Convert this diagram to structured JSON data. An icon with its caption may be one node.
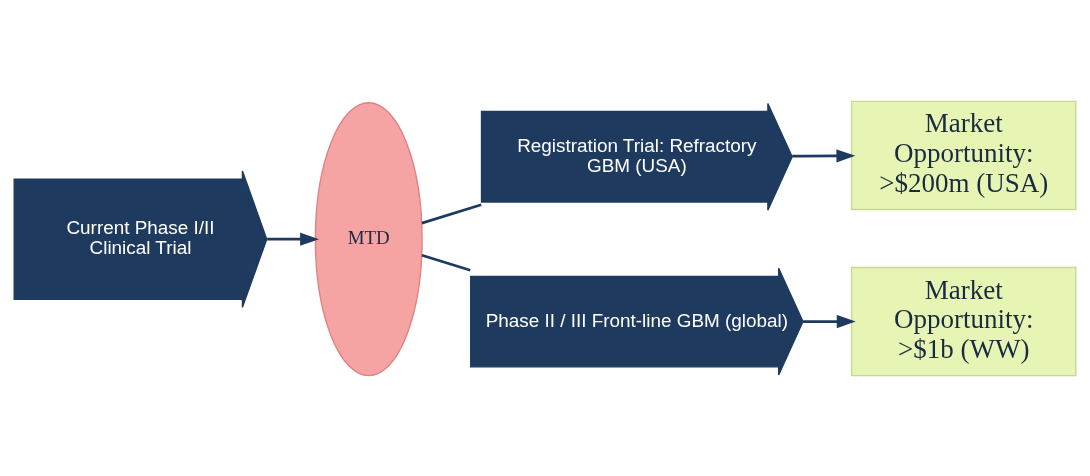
{
  "diagram": {
    "nodes": [
      {
        "text": [
          "Current Phase I/II Clinical Trial"
        ]
      },
      {
        "text": [
          "MTD"
        ]
      },
      {
        "text": [
          "Registration Trial: Refractory GBM (USA)"
        ]
      },
      {
        "text": [
          "Phase II / III Front-line GBM (global)"
        ]
      },
      {
        "text": [
          "Market Opportunity: >$200m (USA)"
        ]
      },
      {
        "text": [
          "Market Opportunity: >$1b (WW)"
        ]
      }
    ],
    "edges": [
      {
        "from": 0,
        "to": 1,
        "arrow": "to"
      },
      {
        "from": 1,
        "to": 2,
        "arrow": "none"
      },
      {
        "from": 1,
        "to": 3,
        "arrow": "none"
      },
      {
        "from": 2,
        "to": 4,
        "arrow": "to"
      },
      {
        "from": 3,
        "to": 5,
        "arrow": "to"
      }
    ]
  }
}
